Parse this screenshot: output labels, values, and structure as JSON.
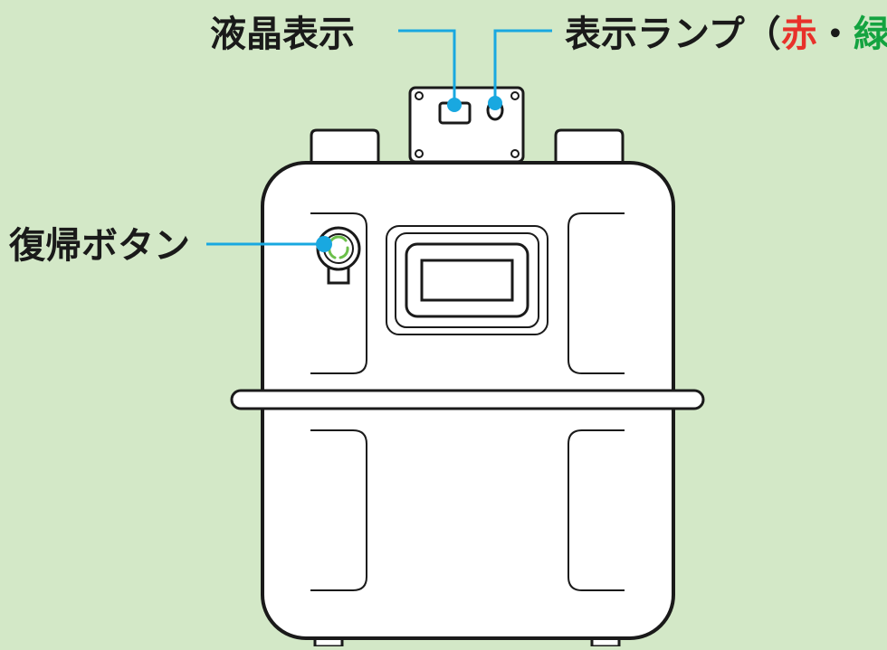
{
  "labels": {
    "lcd_display": "液晶表示",
    "indicator_lamp_prefix": "表示ランプ（",
    "indicator_lamp_red": "赤",
    "indicator_lamp_dot": "・",
    "indicator_lamp_green": "緑",
    "indicator_lamp_suffix": "）",
    "reset_button": "復帰ボタン"
  },
  "colors": {
    "background": "#d3e8c7",
    "leader_line": "#19a8e0",
    "marker": "#19a8e0",
    "outline": "#1a1a1a",
    "body_fill": "#ffffff",
    "red_text": "#e8312a",
    "green_text": "#14a340",
    "reset_arrows": "#6cc04a"
  }
}
